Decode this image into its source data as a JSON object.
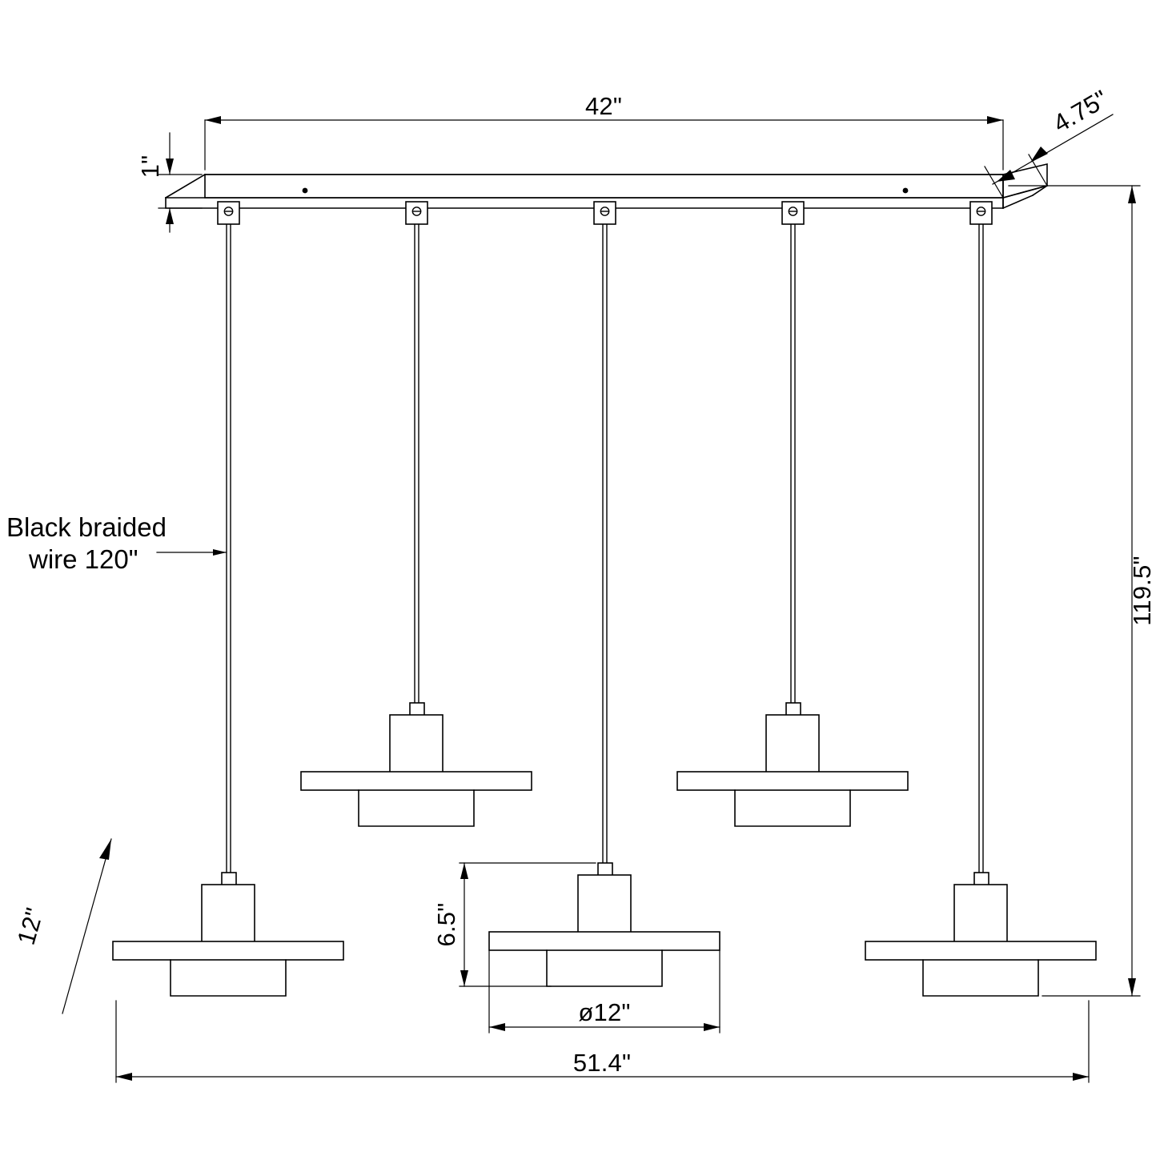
{
  "drawing": {
    "title": "Linear Pendant Chandelier Dimensional Drawing",
    "units": "inches",
    "pendant_count": 5,
    "dimensions": {
      "canopy_length": "42\"",
      "canopy_thickness": "1\"",
      "canopy_depth": "4.75\"",
      "overall_height": "119.5\"",
      "overall_width": "51.4\"",
      "shade_height": "6.5\"",
      "shade_diameter": "ø12\"",
      "depth_callout": "12\""
    },
    "annotations": {
      "wire_note_line1": "Black braided",
      "wire_note_line2": "wire 120\""
    },
    "colors": {
      "line": "#000000",
      "background": "#ffffff"
    }
  }
}
